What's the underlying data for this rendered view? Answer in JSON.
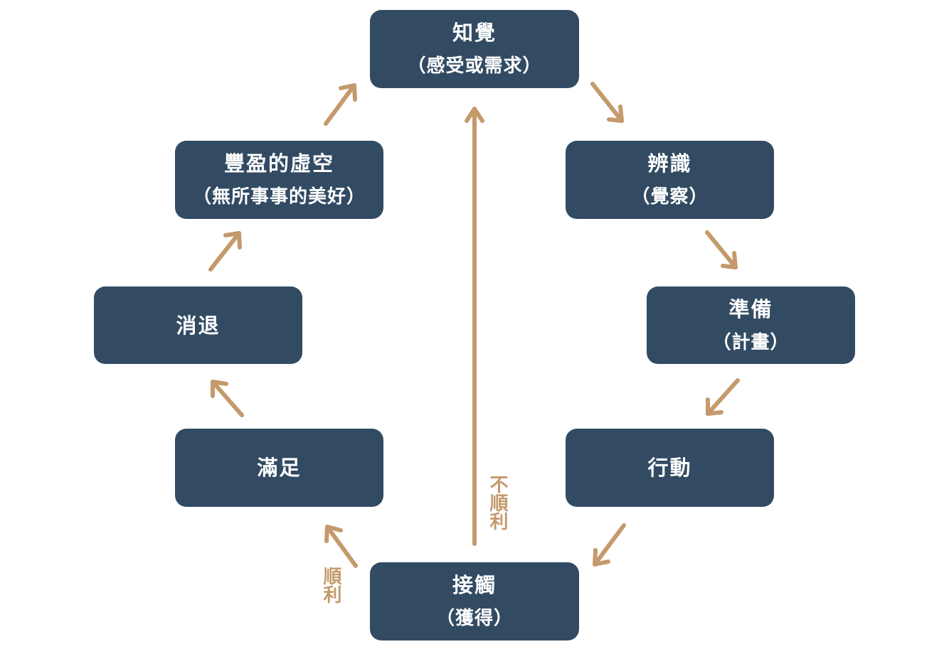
{
  "nodes": {
    "perception": {
      "title": "知覺",
      "subtitle": "（感受或需求）"
    },
    "identify": {
      "title": "辨識",
      "subtitle": "（覺察）"
    },
    "prepare": {
      "title": "準備",
      "subtitle": "（計畫）"
    },
    "action": {
      "title": "行動"
    },
    "contact": {
      "title": "接觸",
      "subtitle": "（獲得）"
    },
    "satisfy": {
      "title": "滿足"
    },
    "fade": {
      "title": "消退"
    },
    "void": {
      "title": "豐盈的虛空",
      "subtitle": "（無所事事的美好）"
    }
  },
  "labels": {
    "not_smooth": "不順利",
    "smooth": "順利"
  },
  "colors": {
    "node_fill": "#324b63",
    "node_text": "#ffffff",
    "arrow": "#c49a6c"
  }
}
